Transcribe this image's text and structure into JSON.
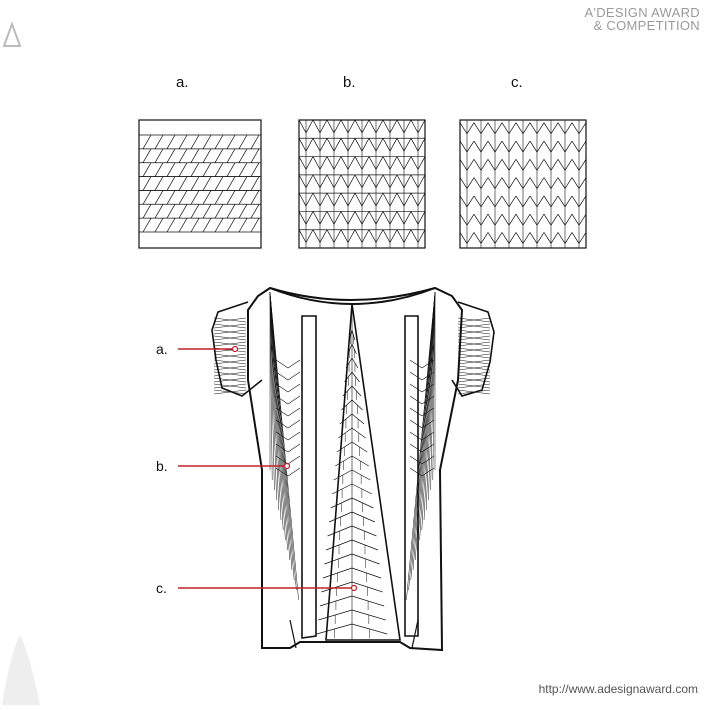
{
  "brand": {
    "line1": "A'DESIGN AWARD",
    "line2": "& COMPETITION"
  },
  "footer_url": "http://www.adesignaward.com",
  "panels": [
    {
      "label": "a.",
      "pattern": "diagonal-lattice"
    },
    {
      "label": "b.",
      "pattern": "chevron-grid"
    },
    {
      "label": "c.",
      "pattern": "chevron-columns"
    }
  ],
  "callouts": [
    {
      "label": "a.",
      "target": "sleeve"
    },
    {
      "label": "b.",
      "target": "side-panel"
    },
    {
      "label": "c.",
      "target": "center-panel"
    }
  ],
  "colors": {
    "line": "#111111",
    "callout": "#c0202a",
    "brand": "#9a9a9a"
  }
}
